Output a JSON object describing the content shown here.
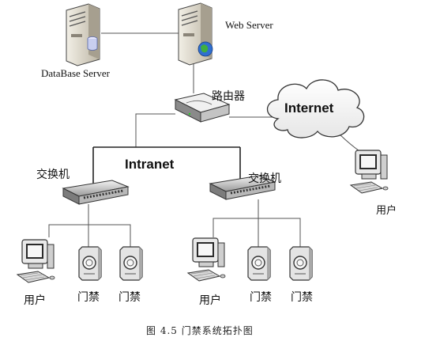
{
  "nodes": {
    "database_server": "DataBase Server",
    "web_server": "Web Server",
    "router": "路由器",
    "internet": "Internet",
    "intranet": "Intranet",
    "switch_left": "交换机",
    "switch_right": "交换机",
    "user_remote": "用户",
    "user_left": "用户",
    "door_left_1": "门禁",
    "door_left_2": "门禁",
    "user_right": "用户",
    "door_right_1": "门禁",
    "door_right_2": "门禁"
  },
  "caption": "图 4.5 门禁系统拓扑图",
  "colors": {
    "server_body": "#d8d2c4",
    "globe": "#2f6fd0",
    "monitor_screen": "#2a2a2a",
    "line": "#555555"
  }
}
